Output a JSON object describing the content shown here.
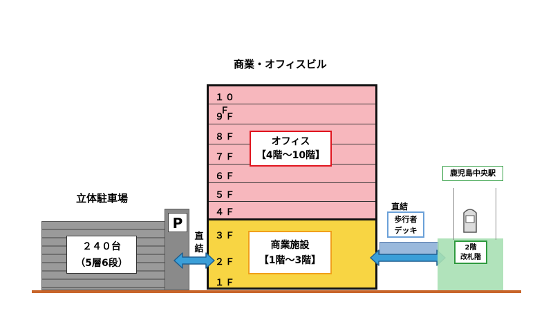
{
  "titles": {
    "building": "商業・オフィスビル",
    "parking": "立体駐車場",
    "station": "鹿児島中央駅"
  },
  "parking": {
    "sign": "P",
    "capacity_line1": "２４０台",
    "capacity_line2": "（5層6段）"
  },
  "floors": [
    "１０Ｆ",
    "９Ｆ",
    "８Ｆ",
    "７Ｆ",
    "６Ｆ",
    "５Ｆ",
    "４Ｆ",
    "３Ｆ",
    "２Ｆ",
    "１Ｆ"
  ],
  "office": {
    "label": "オフィス",
    "range": "【4階～10階】"
  },
  "retail": {
    "label": "商業施設",
    "range": "【1階～3階】"
  },
  "connections": {
    "left_line1": "直",
    "left_line2": "結",
    "right": "直結"
  },
  "deck": {
    "line1": "歩行者",
    "line2": "デッキ"
  },
  "station": {
    "gate_line1": "2階",
    "gate_line2": "改札階"
  },
  "colors": {
    "office": "#f7b7bd",
    "retail": "#f8d543",
    "office_border": "#e0141e",
    "retail_border": "#f0a01a",
    "arrow": "#3b9fd8",
    "ground": "#c8652a",
    "station": "#a8e0b4"
  }
}
